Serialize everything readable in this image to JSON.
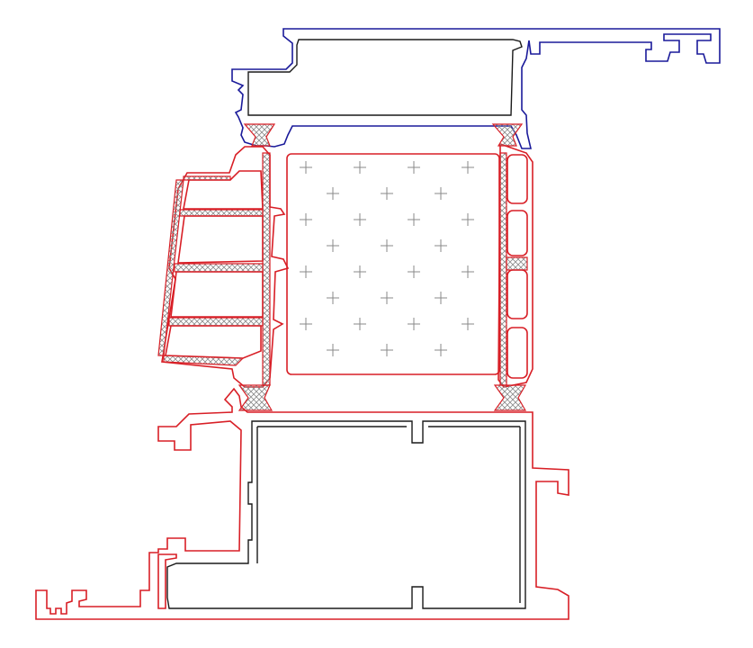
{
  "drawing": {
    "type": "aluminium window profile cross-section",
    "colors": {
      "background": "#ffffff",
      "cover_profile": "#1a1a9a",
      "frame_profile": "#d81f26",
      "sash_profile": "#a31f24",
      "reinforcement": "#1a1a1a",
      "thermal_break_hatch": "#8a8a8a",
      "glazing_marks": "#8a8a8a"
    },
    "parts": [
      {
        "name": "cover-profile",
        "color_key": "cover_profile"
      },
      {
        "name": "top-reinforcement",
        "color_key": "reinforcement"
      },
      {
        "name": "glazing-bead",
        "color_key": "frame_profile"
      },
      {
        "name": "thermal-break-strips",
        "color_key": "thermal_break_hatch"
      },
      {
        "name": "glazing-infill",
        "color_key": "glazing_marks"
      },
      {
        "name": "bottom-frame-profile",
        "color_key": "sash_profile"
      },
      {
        "name": "bottom-reinforcement",
        "color_key": "reinforcement"
      }
    ]
  }
}
